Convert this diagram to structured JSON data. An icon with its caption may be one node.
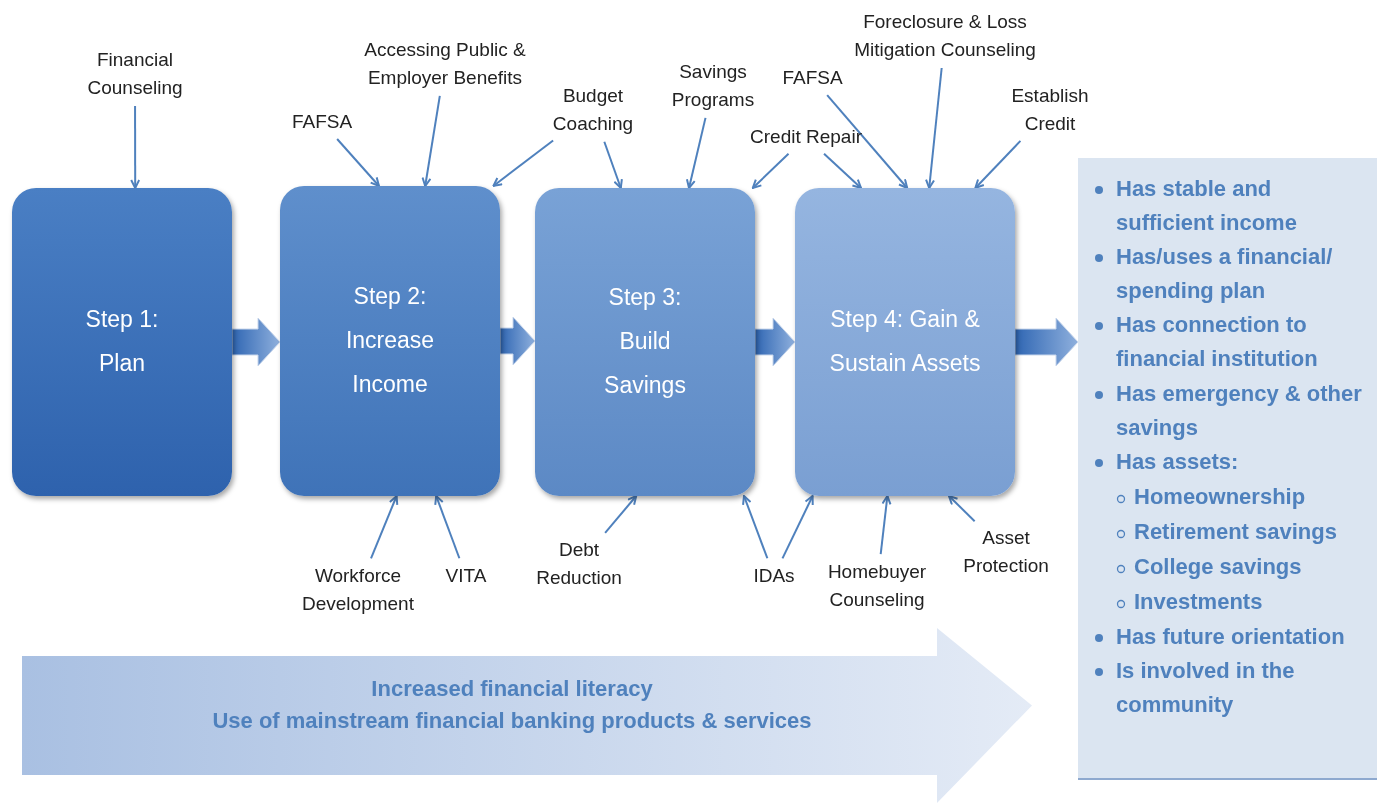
{
  "diagram": {
    "nodes": [
      {
        "text": [
          "Step 1: Plan"
        ]
      },
      {
        "text": [
          "Step 2: Increase Income"
        ]
      },
      {
        "text": [
          "Step 3: Build Savings"
        ]
      },
      {
        "text": [
          "Step 4: Gain & Sustain Assets"
        ]
      },
      {
        "text": [
          "Has stable and sufficient income",
          "Has/uses a financial/ spending plan",
          "Has connection to financial institution",
          "Has emergency & other savings",
          "Has assets:",
          "Homeownership",
          "Retirement savings",
          "College savings",
          "Investments",
          "Has future orientation",
          "Is involved in the community"
        ]
      },
      {
        "text": [
          "Increased financial literacy",
          "Use of mainstream financial banking products & services"
        ]
      },
      {
        "text": [
          "Financial Counseling"
        ]
      },
      {
        "text": [
          "FAFSA"
        ]
      },
      {
        "text": [
          "Accessing Public & Employer Benefits"
        ]
      },
      {
        "text": [
          "Budget Coaching"
        ]
      },
      {
        "text": [
          "Savings Programs"
        ]
      },
      {
        "text": [
          "Credit Repair"
        ]
      },
      {
        "text": [
          "FAFSA"
        ]
      },
      {
        "text": [
          "Foreclosure & Loss Mitigation Counseling"
        ]
      },
      {
        "text": [
          "Establish Credit"
        ]
      },
      {
        "text": [
          "Workforce Development"
        ]
      },
      {
        "text": [
          "VITA"
        ]
      },
      {
        "text": [
          "Debt Reduction"
        ]
      },
      {
        "text": [
          "IDAs"
        ]
      },
      {
        "text": [
          "Homebuyer Counseling"
        ]
      },
      {
        "text": [
          "Asset Protection"
        ]
      }
    ],
    "edges": [
      {
        "from": 0,
        "to": 1,
        "arrow": "to",
        "style": "thick"
      },
      {
        "from": 1,
        "to": 2,
        "arrow": "to",
        "style": "thick"
      },
      {
        "from": 2,
        "to": 3,
        "arrow": "to",
        "style": "thick"
      },
      {
        "from": 3,
        "to": 4,
        "arrow": "to",
        "style": "thick"
      },
      {
        "from": 6,
        "to": 0,
        "arrow": "to"
      },
      {
        "from": 7,
        "to": 1,
        "arrow": "to"
      },
      {
        "from": 8,
        "to": 1,
        "arrow": "to"
      },
      {
        "from": 9,
        "to": 1,
        "arrow": "to"
      },
      {
        "from": 9,
        "to": 2,
        "arrow": "to"
      },
      {
        "from": 10,
        "to": 2,
        "arrow": "to"
      },
      {
        "from": 11,
        "to": 2,
        "arrow": "to"
      },
      {
        "from": 11,
        "to": 3,
        "arrow": "to"
      },
      {
        "from": 12,
        "to": 3,
        "arrow": "to"
      },
      {
        "from": 13,
        "to": 3,
        "arrow": "to"
      },
      {
        "from": 14,
        "to": 3,
        "arrow": "to"
      },
      {
        "from": 15,
        "to": 1,
        "arrow": "to"
      },
      {
        "from": 16,
        "to": 1,
        "arrow": "to"
      },
      {
        "from": 17,
        "to": 2,
        "arrow": "to"
      },
      {
        "from": 18,
        "to": 2,
        "arrow": "to"
      },
      {
        "from": 18,
        "to": 3,
        "arrow": "to"
      },
      {
        "from": 19,
        "to": 3,
        "arrow": "to"
      },
      {
        "from": 20,
        "to": 3,
        "arrow": "to"
      }
    ]
  }
}
